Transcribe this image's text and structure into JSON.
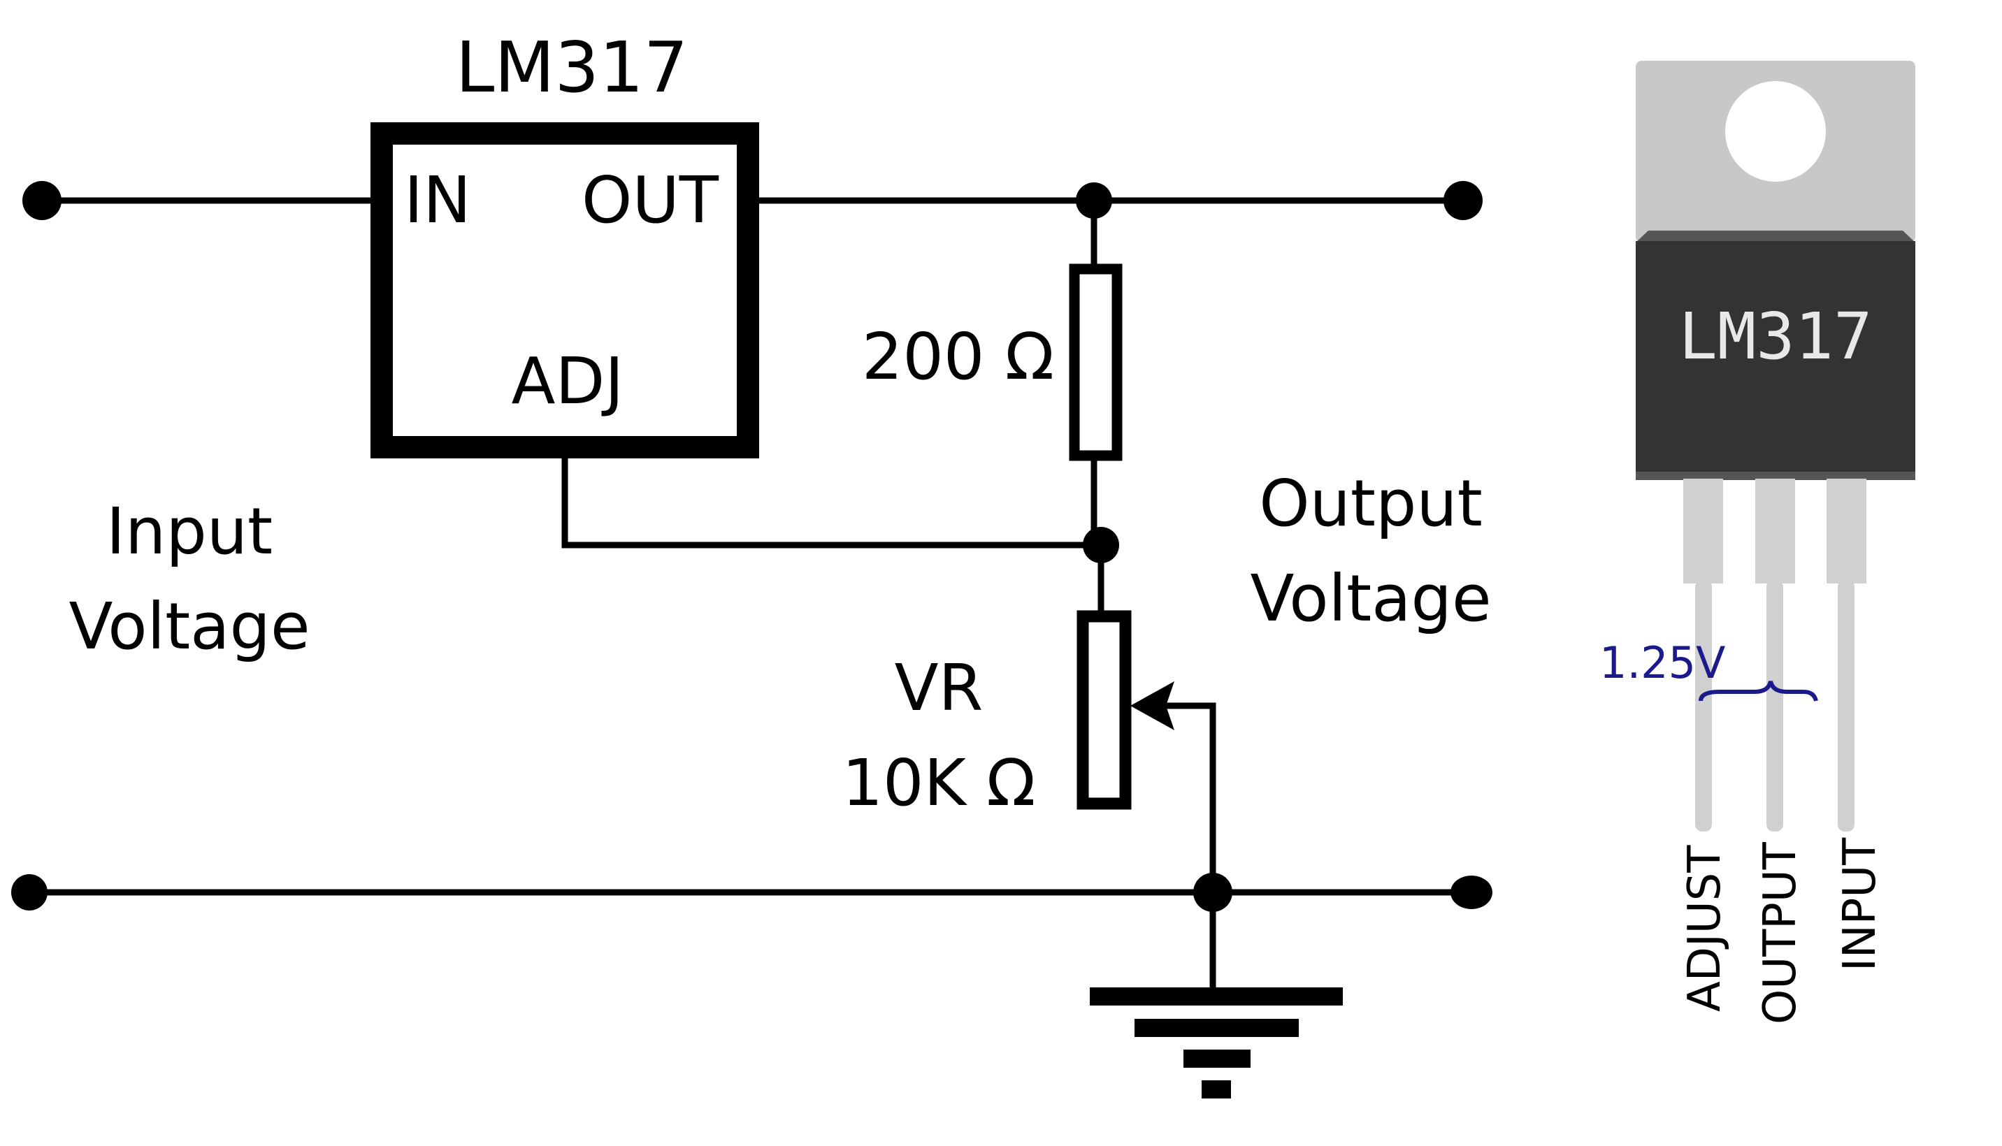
{
  "schematic": {
    "regulator": {
      "name": "LM317",
      "pin_in": "IN",
      "pin_out": "OUT",
      "pin_adj": "ADJ"
    },
    "resistor": {
      "value": "200 Ω"
    },
    "potentiometer": {
      "name": "VR",
      "value": "10K Ω"
    },
    "input_label": {
      "line1": "Input",
      "line2": "Voltage"
    },
    "output_label": {
      "line1": "Output",
      "line2": "Voltage"
    }
  },
  "package": {
    "body_label": "LM317",
    "pins": [
      "ADJUST",
      "OUTPUT",
      "INPUT"
    ],
    "voltage_annotation": "1.25V",
    "colors": {
      "tab": "#c8c8c8",
      "body": "#333333",
      "body_text": "#e8e8e8",
      "pins": "#d0d0d0",
      "annotation": "#1a1a8c"
    }
  }
}
